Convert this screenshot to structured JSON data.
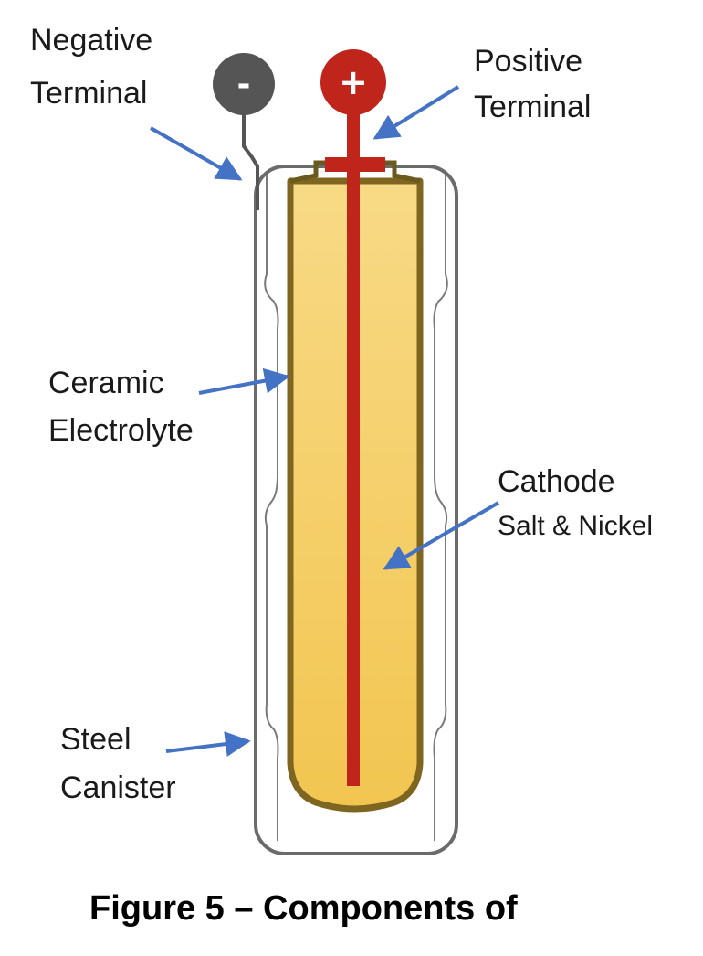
{
  "labels": {
    "negative_terminal": [
      "Negative",
      "Terminal"
    ],
    "positive_terminal": [
      "Positive",
      "Terminal"
    ],
    "ceramic_electrolyte": [
      "Ceramic",
      "Electrolyte"
    ],
    "cathode": "Cathode",
    "cathode_sub": "Salt & Nickel",
    "steel_canister": [
      "Steel",
      "Canister"
    ]
  },
  "terminals": {
    "negative_symbol": "-",
    "positive_symbol": "+"
  },
  "caption": "Figure 5 – Components of",
  "colors": {
    "canister_stroke": "#6b6b6b",
    "electrolyte_stroke": "#7e6520",
    "cathode_fill_top": "#f8da86",
    "cathode_fill_bottom": "#f2c550",
    "positive_red": "#c0251c",
    "negative_gray": "#555555",
    "arrow_blue": "#4472c4"
  },
  "icons": {
    "negative_terminal": "minus-circle-icon",
    "positive_terminal": "plus-circle-icon"
  }
}
